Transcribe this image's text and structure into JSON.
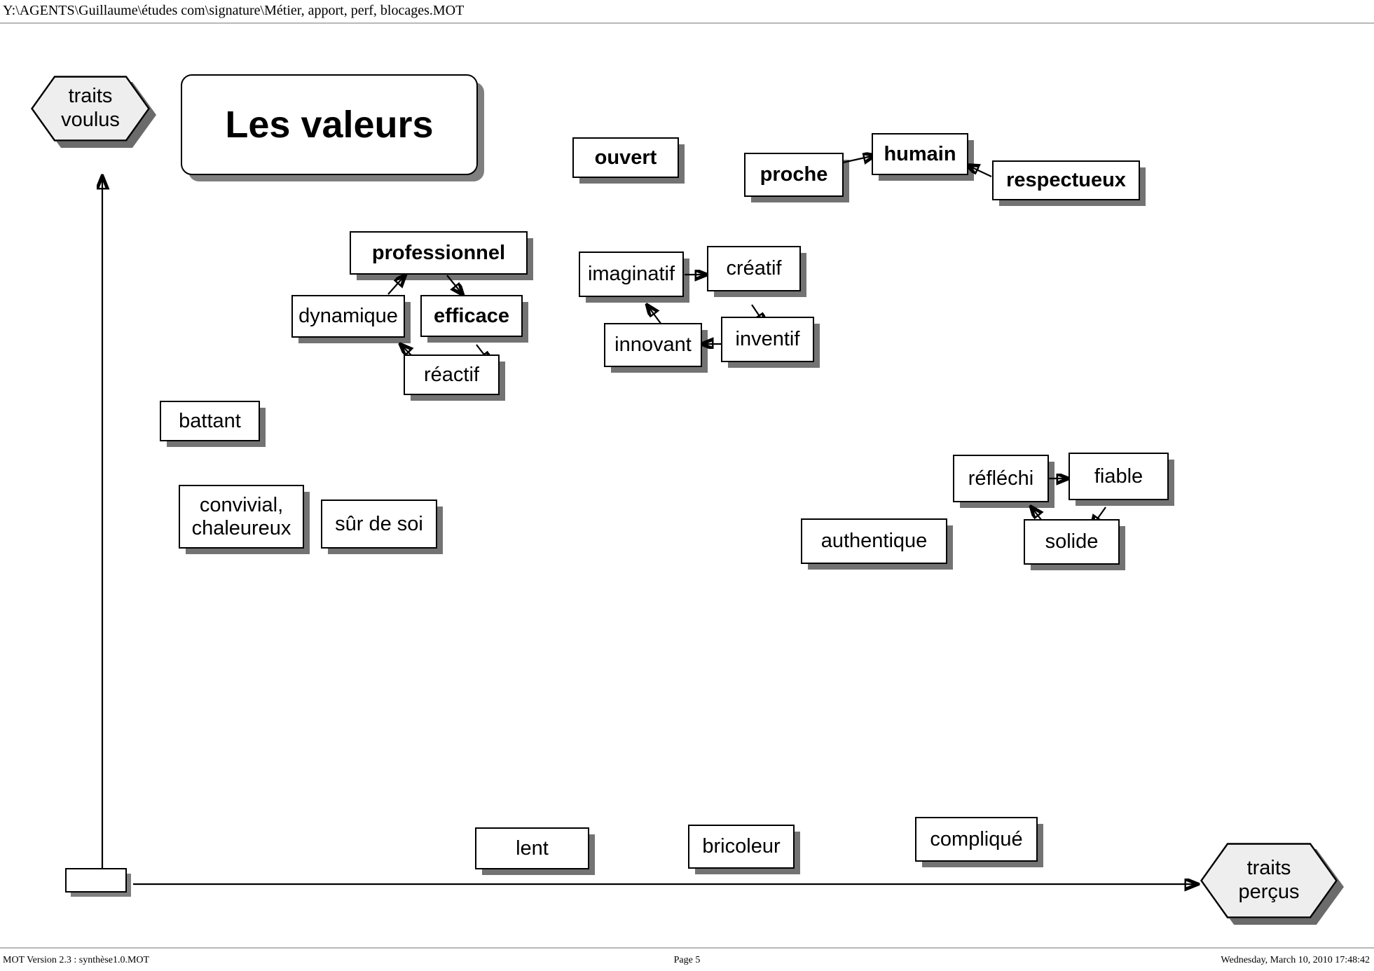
{
  "header": {
    "file_path": "Y:\\AGENTS\\Guillaume\\études com\\signature\\Métier, apport, perf, blocages.MOT"
  },
  "footer": {
    "left": "MOT Version 2.3 : synthèse1.0.MOT",
    "center": "Page 5",
    "right": "Wednesday, March 10, 2010 17:48:42"
  },
  "diagram": {
    "title": "Les valeurs",
    "axis_top_label": "traits\nvoulus",
    "axis_bottom_label": "traits\nperçus",
    "origin_label": "",
    "nodes": {
      "ouvert": "ouvert",
      "proche": "proche",
      "humain": "humain",
      "respectueux": "respectueux",
      "professionnel": "professionnel",
      "dynamique": "dynamique",
      "efficace": "efficace",
      "reactif": "réactif",
      "imaginatif": "imaginatif",
      "creatif": "créatif",
      "inventif": "inventif",
      "innovant": "innovant",
      "battant": "battant",
      "convivial": "convivial,\nchaleureux",
      "sur_de_soi": "sûr de soi",
      "reflechi": "réfléchi",
      "fiable": "fiable",
      "solide": "solide",
      "authentique": "authentique",
      "lent": "lent",
      "bricoleur": "bricoleur",
      "complique": "compliqué"
    }
  },
  "colors": {
    "page_background": "#ffffff",
    "node_fill": "#ffffff",
    "node_border": "#000000",
    "hexagon_fill": "#eeeeee",
    "shadow": "#6b6b6b",
    "rule": "#b9b9b9",
    "text": "#000000"
  }
}
